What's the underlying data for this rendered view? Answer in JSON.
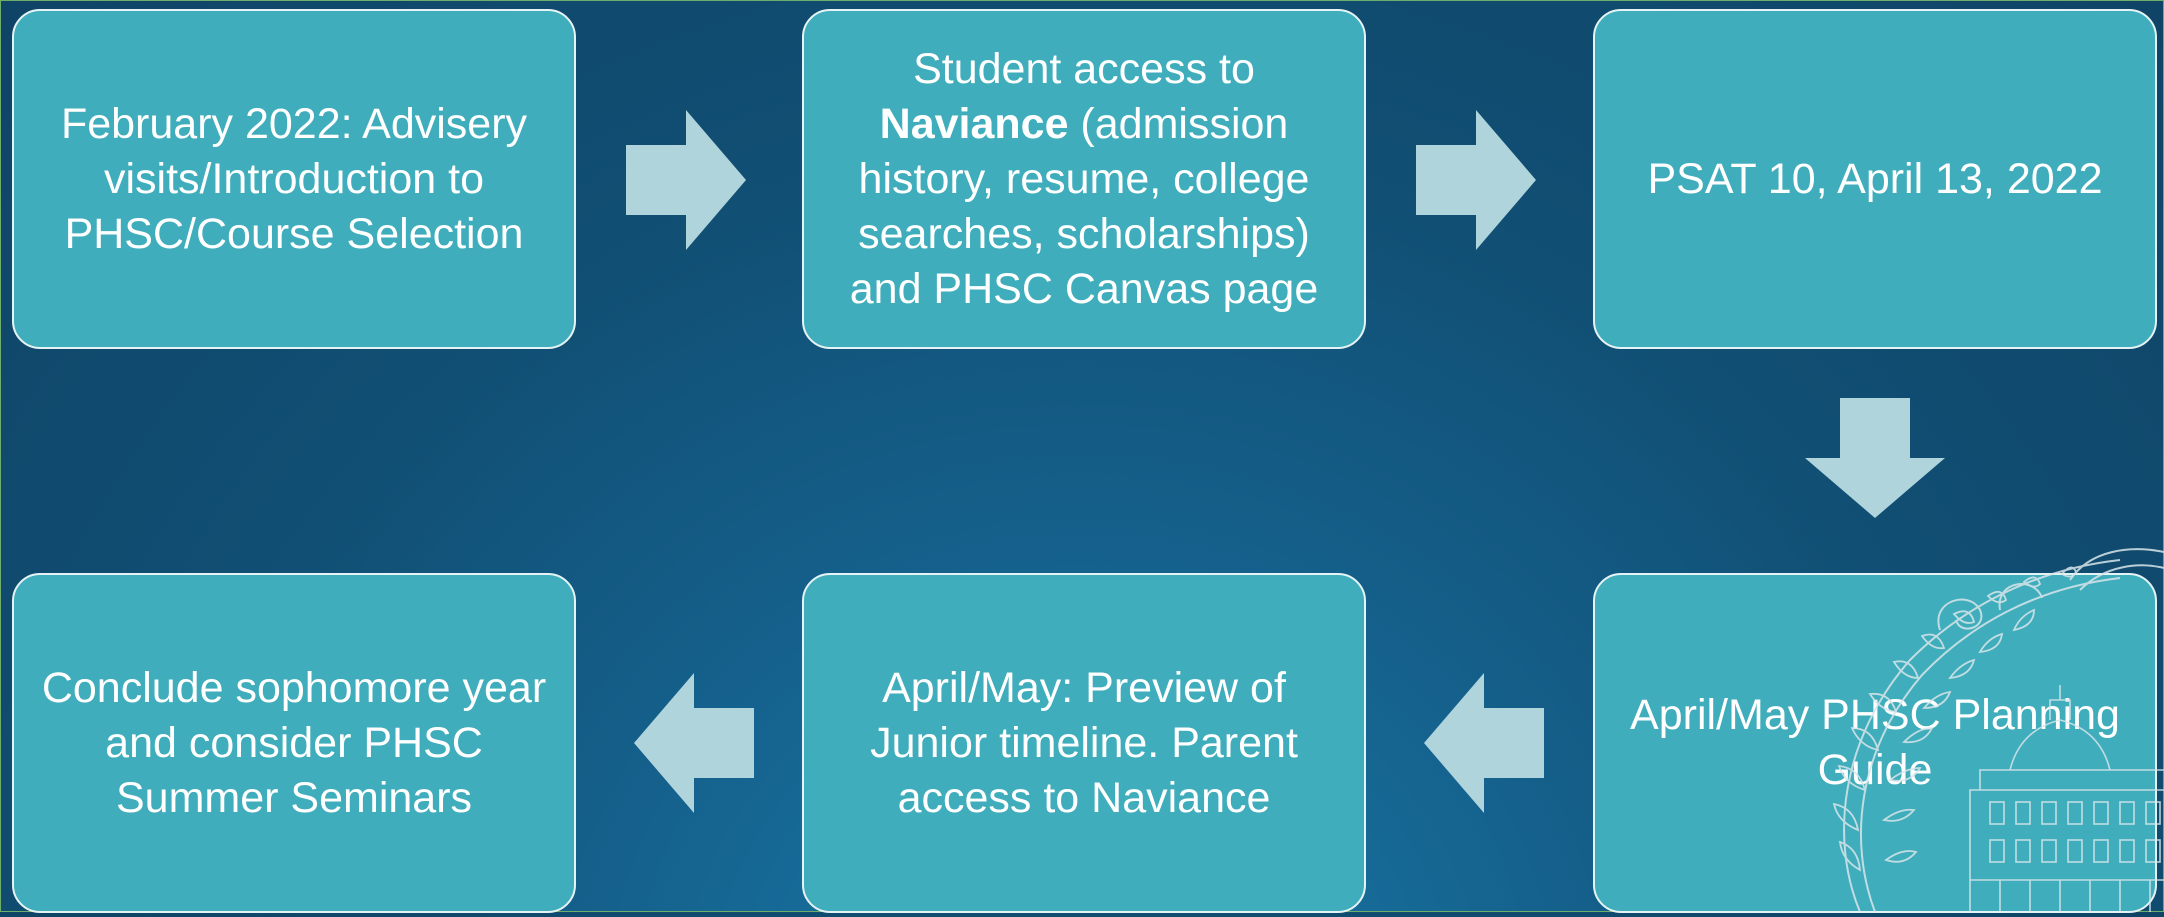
{
  "steps": [
    {
      "text": "February 2022: Advisery visits/Introduction to PHSC/Course Selection"
    },
    {
      "prefix": "Student access to ",
      "bold": "Naviance",
      "suffix": " (admission history, resume, college searches, scholarships) and PHSC Canvas page"
    },
    {
      "text": "PSAT 10, April 13, 2022"
    },
    {
      "text": "April/May PHSC Planning Guide"
    },
    {
      "text": "April/May: Preview of Junior timeline. Parent access to Naviance"
    },
    {
      "text": "Conclude sophomore year and consider PHSC Summer Seminars"
    }
  ],
  "colors": {
    "box_fill": "#3fadbb",
    "box_border": "#e6f3f5",
    "arrow_fill": "#b0d4dc",
    "background": "#114f74"
  },
  "icons": {
    "arrows": [
      "arrow-right-icon",
      "arrow-right-icon",
      "arrow-down-icon",
      "arrow-left-icon",
      "arrow-left-icon"
    ],
    "seal": "capitol-seal-icon"
  }
}
